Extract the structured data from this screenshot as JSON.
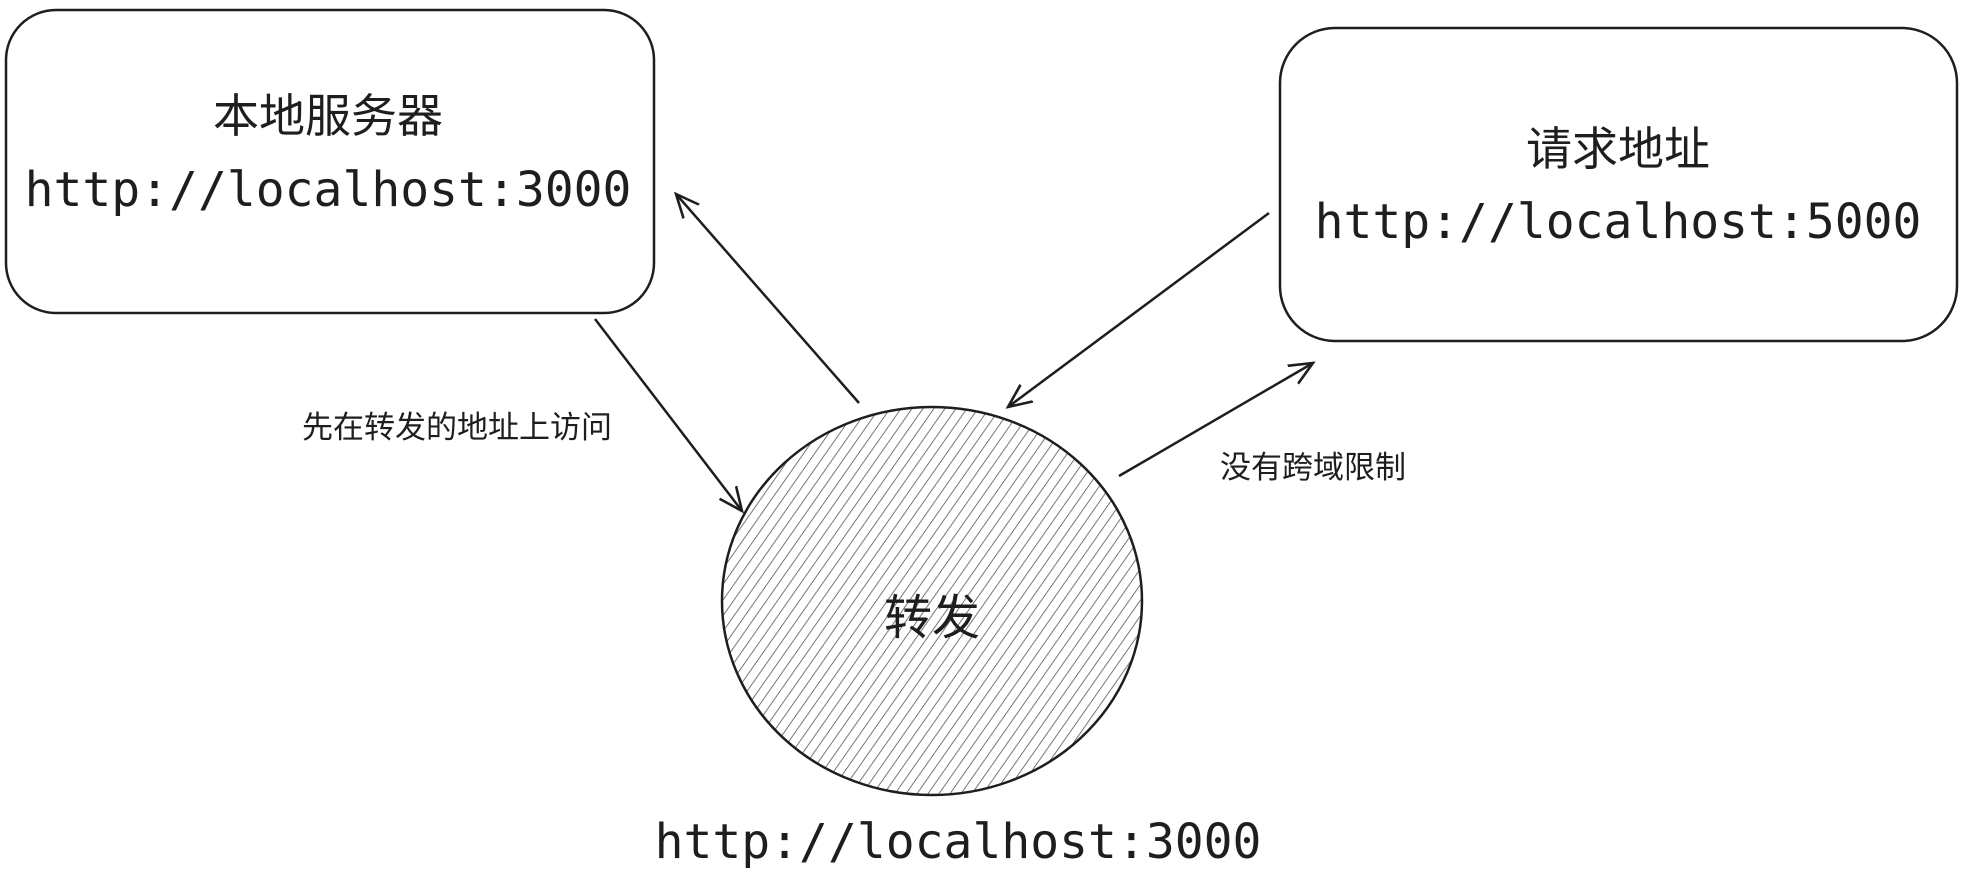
{
  "nodes": {
    "local_server": {
      "title": "本地服务器",
      "url": "http://localhost:3000"
    },
    "target": {
      "title": "请求地址",
      "url": "http://localhost:5000"
    },
    "proxy": {
      "title": "转发",
      "url": "http://localhost:3000"
    }
  },
  "edges": {
    "local_to_proxy": "先在转发的地址上访问",
    "proxy_to_target": "没有跨域限制"
  },
  "colors": {
    "stroke": "#1e1e1e",
    "hatch": "#555555",
    "background": "#ffffff"
  }
}
